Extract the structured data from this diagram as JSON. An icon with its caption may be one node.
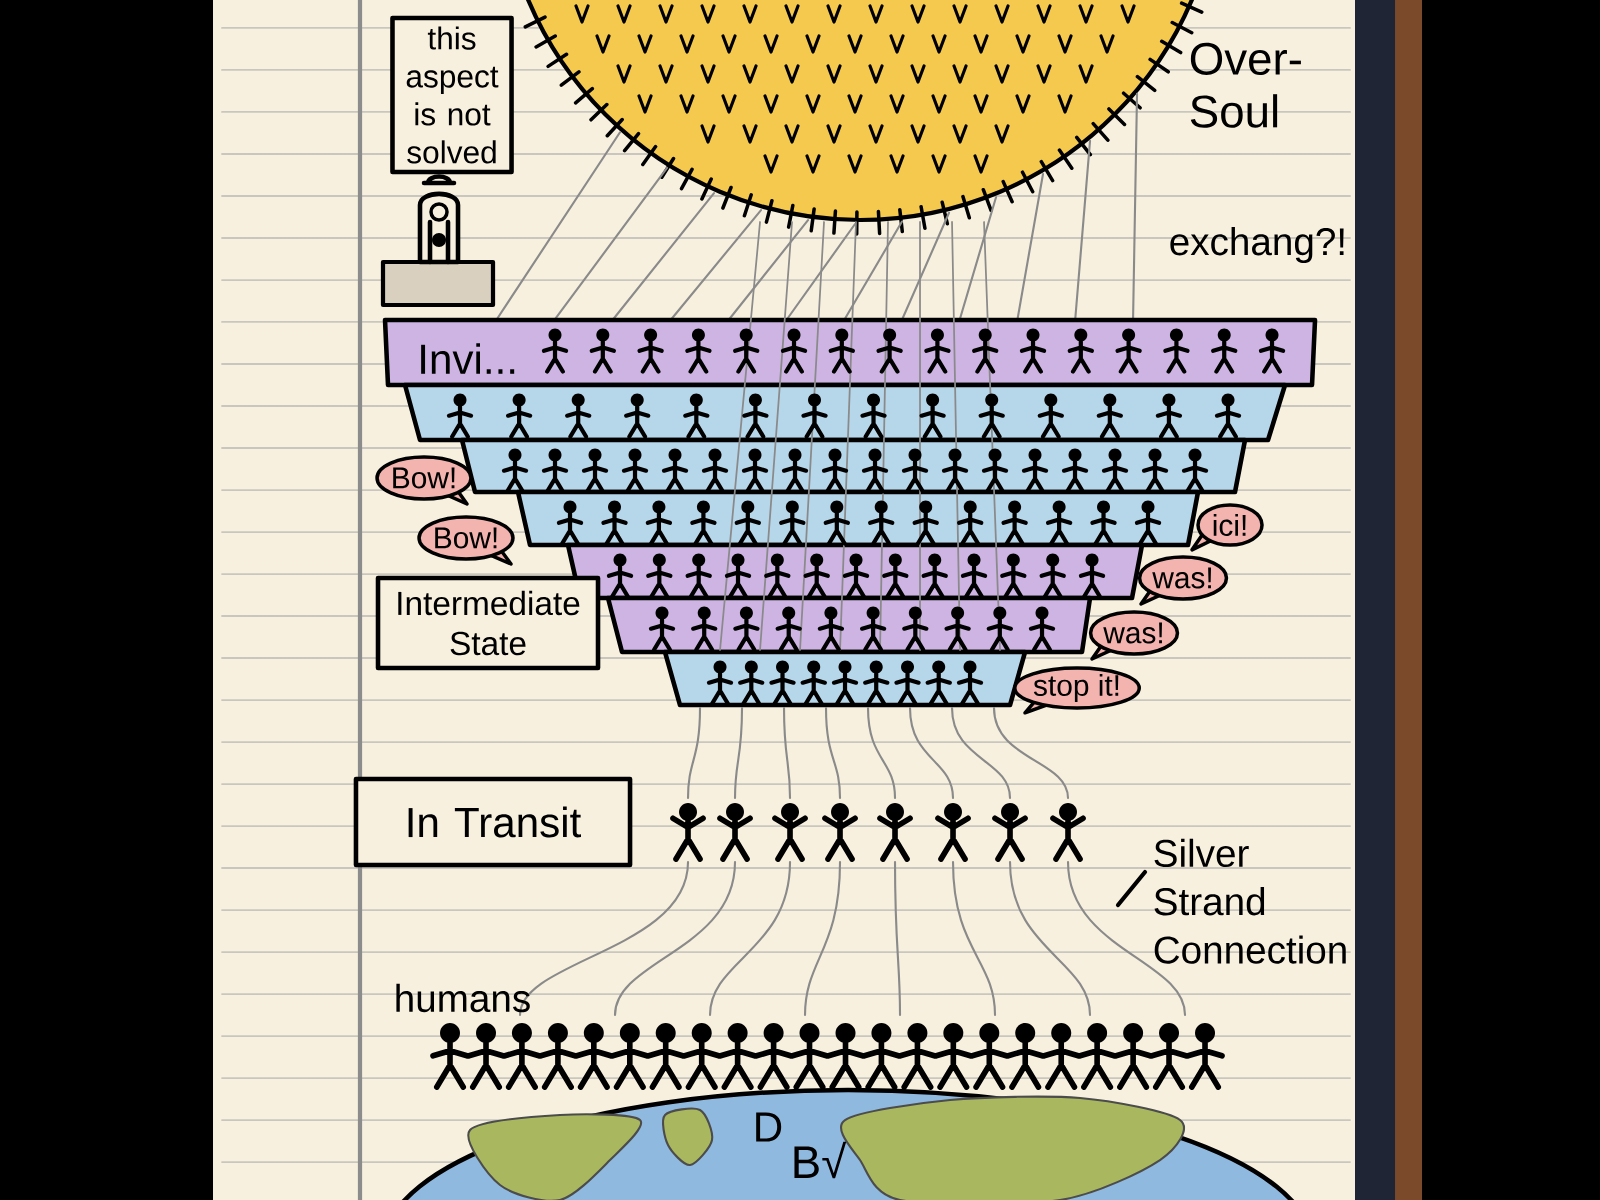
{
  "diagram": {
    "nodes": [
      {
        "text": [
          "this aspect is not solved"
        ]
      },
      {
        "text": [],
        "shape": "circle",
        "beside": [
          "Over-Soul"
        ]
      },
      {
        "text": [
          "Invi..."
        ]
      },
      {
        "text": [],
        "shape": "band"
      },
      {
        "text": [],
        "shape": "band"
      },
      {
        "text": [],
        "shape": "band"
      },
      {
        "text": [],
        "shape": "band"
      },
      {
        "text": [],
        "shape": "band"
      },
      {
        "text": [],
        "shape": "band"
      },
      {
        "text": [
          "Bow!"
        ]
      },
      {
        "text": [
          "Bow!"
        ]
      },
      {
        "text": [
          "ici!"
        ]
      },
      {
        "text": [
          "was!"
        ]
      },
      {
        "text": [
          "was!"
        ]
      },
      {
        "text": [
          "stop it!"
        ]
      },
      {
        "text": [
          "Intermediate State"
        ]
      },
      {
        "text": [
          "In Transit"
        ]
      }
    ],
    "labels": [
      "exchang?!",
      "Silver Strand Connection",
      "humans",
      "D",
      "B√"
    ]
  }
}
